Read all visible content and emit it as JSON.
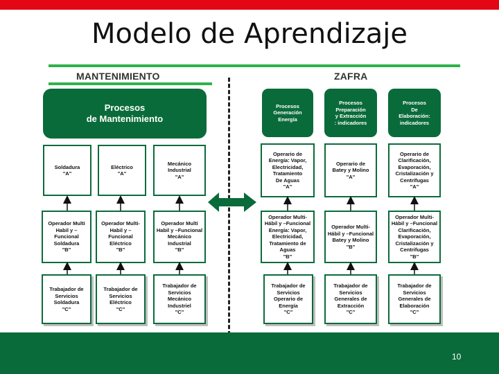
{
  "slide": {
    "title": "Modelo de Aprendizaje",
    "page_number": "10"
  },
  "colors": {
    "top_bar": "#e30613",
    "dark_green": "#0a6b3a",
    "light_green": "#2db34a"
  },
  "mantenimiento": {
    "label": "MANTENIMIENTO",
    "header": "Procesos\nde Mantenimiento",
    "level_a": [
      "Soldadura\n\"A\"",
      "Eléctrico\n\"A\"",
      "Mecánico\nIndustrial\n\"A\""
    ],
    "level_b": [
      "Operador Multi\nHabil y –Funcional\nSoldadura\n\"B\"",
      "Operador Multi-\nHabil y –Funcional\nEléctrico\n\"B\"",
      "Operador Multi\nHabil y –Funcional\nMecánico\nIndustrial\n\"B\""
    ],
    "level_c": [
      "Trabajador de\nServicios\nSoldadura\n\"C\"",
      "Trabajador de\nServicios\nEléctrico\n\"C\"",
      "Trabajador de\nServicios\nMecánico\nIndustriel\n\"C\""
    ]
  },
  "zafra": {
    "label": "ZAFRA",
    "headers": [
      "Procesos\nGeneración\nEnergía",
      "Procesos\nPreparación\ny Extracción\n: indicadores",
      "Procesos\nDe\nElaboración:\nindicadores"
    ],
    "level_a": [
      "Operario de\nEnergía: Vapor,\nElectricidad,\nTratamiento\nDe Aguas\n\"A\"",
      "Operario de\nBatey y Molino\n\"A\"",
      "Operario de\nClarificación,\nEvaporación,\nCristalización y\nCentrífugas\n\"A\""
    ],
    "level_b": [
      "Operador Multi-\nHábil y –Funcional\nEnergía: Vapor,\nElectricidad,\nTratamiento de\nAguas\n\"B\"",
      "Operador Multi-\nHábil y –Funcional\nBatey y Molino\n\"B\"",
      "Operador Multi-\nHábil y –Funcional\nClarificación,\nEvaporación,\nCristalización y\nCentrifugas\n\"B\""
    ],
    "level_c": [
      "Trabajador de\nServicios\nOperario de\nEnergía\n\"C\"",
      "Trabajador de\nServicios\nGenerales de\nExtracción\n\"C\"",
      "Trabajador de\nServicios\nGenerales de\nElaboración\n\"C\""
    ]
  }
}
